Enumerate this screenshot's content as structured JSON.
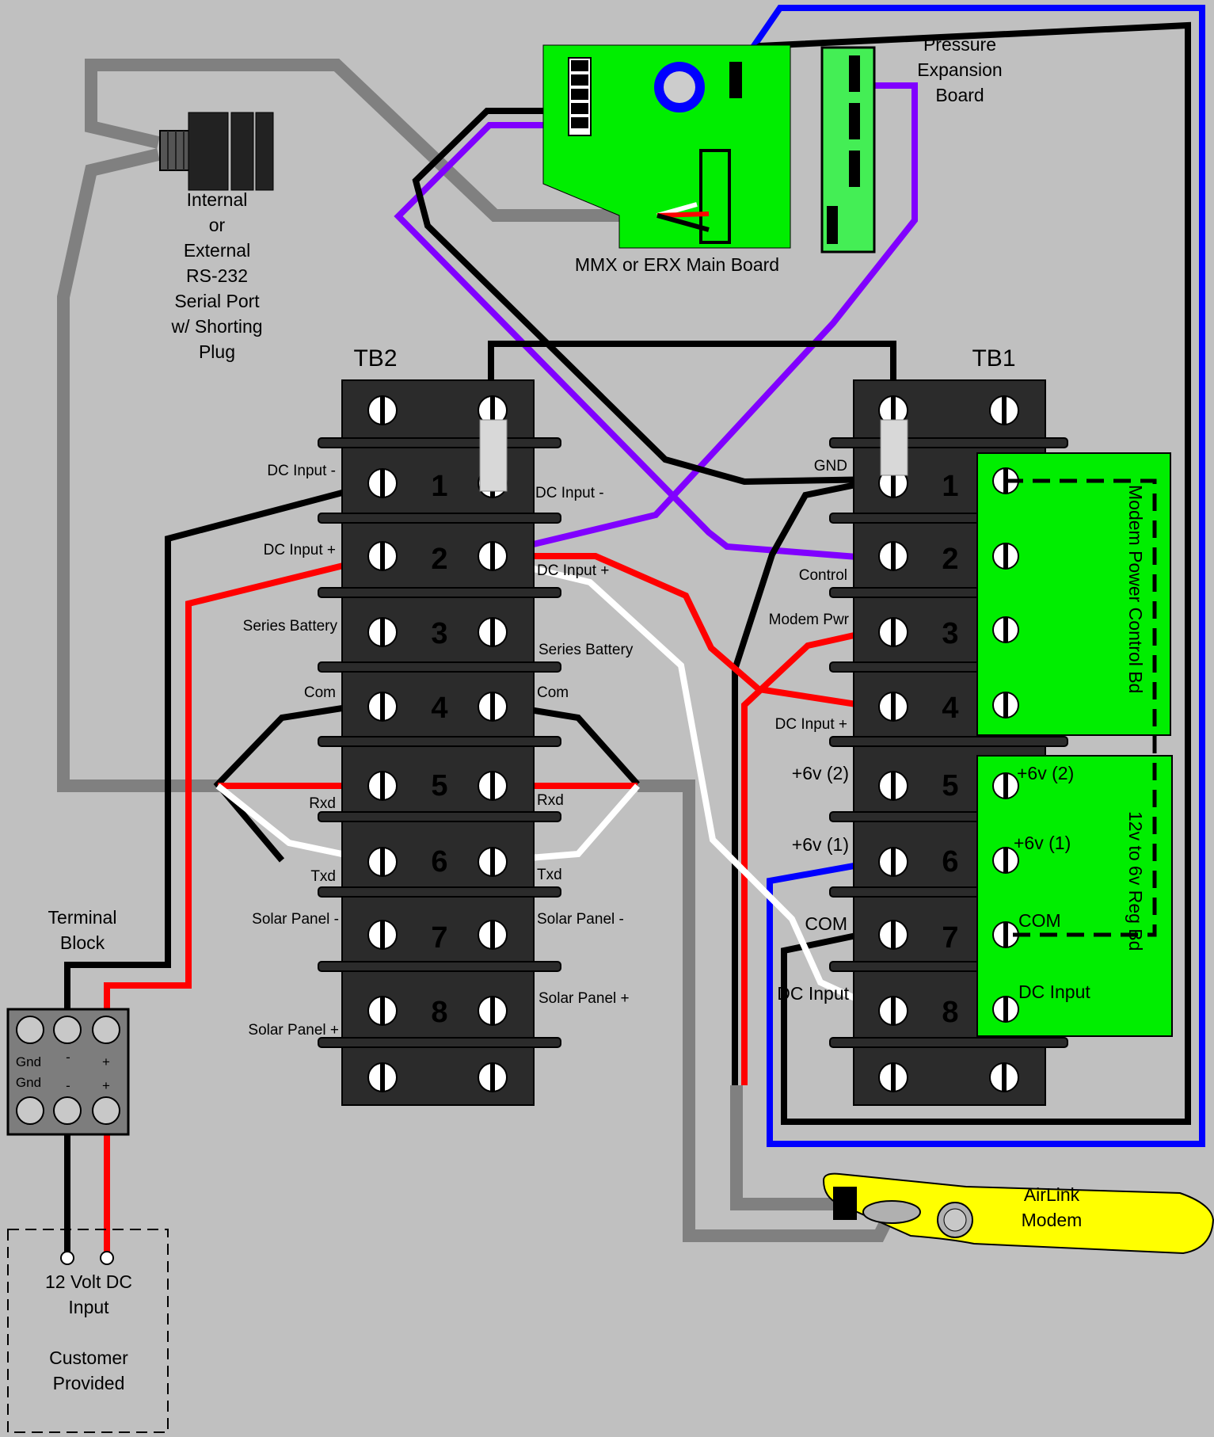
{
  "colors": {
    "background": "#c0c0c0",
    "board_green": "#00ee00",
    "terminal_strip": "#2b2b2b",
    "wire_black": "#000000",
    "wire_red": "#ff0000",
    "wire_white": "#ffffff",
    "wire_purple": "#8000ff",
    "wire_blue": "#0000ff",
    "wire_gray": "#808080",
    "modem_yellow": "#ffff00"
  },
  "labels": {
    "serial_port": [
      "Internal",
      "or",
      "External",
      "RS-232",
      "Serial Port",
      "w/ Shorting",
      "Plug"
    ],
    "main_board": "MMX or ERX Main Board",
    "pressure_board": [
      "Pressure",
      "Expansion",
      "Board"
    ],
    "tb2": "TB2",
    "tb1": "TB1",
    "terminal_block": [
      "Terminal",
      "Block"
    ],
    "dc_input_box": [
      "12 Volt DC",
      "Input",
      "",
      "Customer",
      "Provided"
    ],
    "modem": [
      "AirLink",
      "Modem"
    ],
    "modem_power_board": "Modem Power Control Bd",
    "regulator_board": "12v to 6v Reg Bd"
  },
  "tb2": {
    "numbers": [
      "1",
      "2",
      "3",
      "4",
      "5",
      "6",
      "7",
      "8"
    ],
    "left_labels": [
      "DC Input -",
      "DC Input +",
      "Series Battery",
      "Com",
      "Rxd",
      "Txd",
      "Solar Panel -",
      "Solar Panel +"
    ],
    "right_labels": [
      "DC Input -",
      "DC Input +",
      "Series Battery",
      "Com",
      "Rxd",
      "Txd",
      "Solar Panel -",
      "Solar Panel +"
    ]
  },
  "tb1": {
    "numbers": [
      "1",
      "2",
      "3",
      "4",
      "5",
      "6",
      "7",
      "8"
    ],
    "left_labels": [
      "GND",
      "Control",
      "Modem Pwr",
      "DC Input +",
      "+6v (2)",
      "+6v (1)",
      "COM",
      "DC Input"
    ]
  },
  "regulator_terminals": [
    "+6v (2)",
    "+6v (1)",
    "COM",
    "DC Input"
  ],
  "terminal_block_marks": {
    "top_row": [
      "Gnd",
      "-",
      "+"
    ],
    "bottom_row": [
      "Gnd",
      "-",
      "+"
    ]
  }
}
